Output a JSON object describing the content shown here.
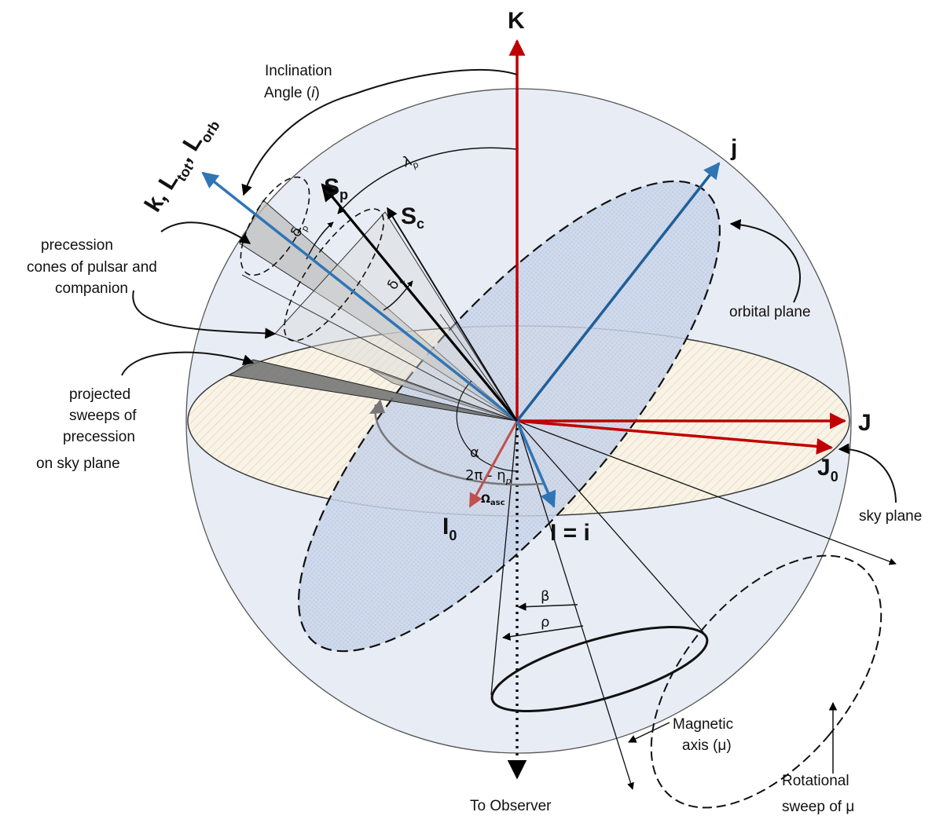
{
  "labels": {
    "K": "K",
    "k_main": "k, L",
    "k_sub1": "tot",
    "k_mid": ", L",
    "k_sub2": "orb",
    "Sp_main": "S",
    "Sp_sub": "p",
    "Sc_main": "S",
    "Sc_sub": "c",
    "j": "j",
    "J": "J",
    "J0_main": "J",
    "J0_sub": "0",
    "I0_main": "I",
    "I0_sub": "0",
    "I_eq_i": "I = i",
    "inclination_line1": "Inclination",
    "inclination_line2_pre": "Angle (",
    "inclination_line2_i": "i",
    "inclination_line2_post": ")",
    "precession_line1": "precession",
    "precession_line2": "cones of pulsar and",
    "precession_line3": "companion",
    "projected_line1": "projected",
    "projected_line2": "sweeps of",
    "projected_line3": "precession",
    "projected_line4": "on sky plane",
    "orbital_plane": "orbital plane",
    "sky_plane": "sky plane",
    "lambda_p": "λ",
    "lambda_p_sub": "p",
    "delta_p": "δ",
    "delta_p_sub": "p",
    "delta_c": "δ",
    "delta_c_sub": "c",
    "alpha": "α",
    "two_pi_eta": "2π - η",
    "two_pi_eta_sub": "p",
    "omega_asc": "Ω",
    "omega_asc_sub": "asc",
    "beta": "β",
    "rho": "ρ",
    "magnetic_line1": "Magnetic",
    "magnetic_line2": "axis (μ)",
    "rotational_line1": "Rotational",
    "rotational_line2": "sweep of μ",
    "to_observer": "To Observer"
  },
  "colors": {
    "red_vector": "#c00000",
    "blue_vector": "#2e75b6",
    "dark_blue_vector": "#1f5f99",
    "sphere_fill": "#e6ebf3",
    "orbital_fill": "#c8d4e8",
    "sky_fill": "#f7f2e4",
    "sweep_fill": "#7f7f7f",
    "cone_fill": "#bfbfbf"
  }
}
